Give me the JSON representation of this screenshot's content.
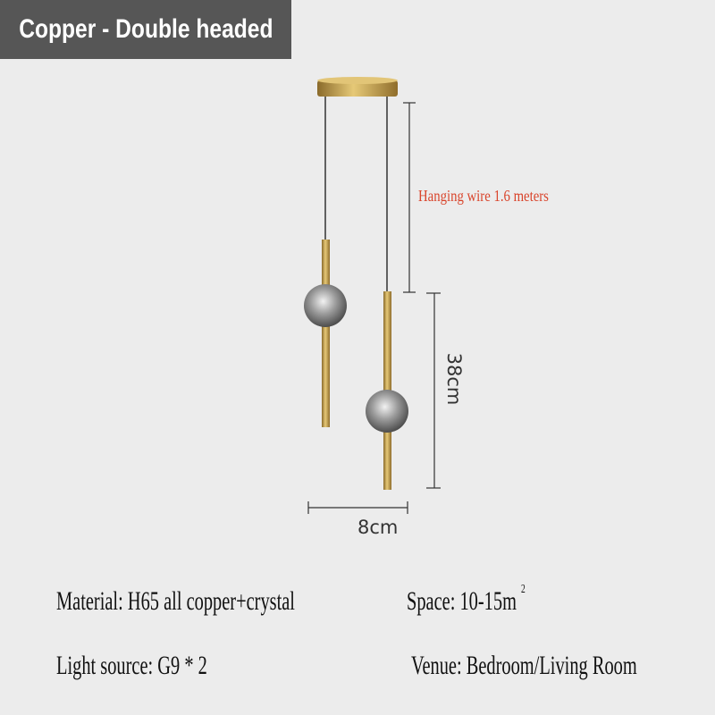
{
  "badge": {
    "title": "Copper - Double headed"
  },
  "dimensions": {
    "wire_label": "Hanging wire 1.6 meters",
    "height_label": "38cm",
    "width_label": "8cm"
  },
  "specs": {
    "material": "Material: H65 all copper+crystal",
    "space": "Space: 10-15m",
    "space_sup": "2",
    "light_source": "Light source: G9 * 2",
    "venue": "Venue: Bedroom/Living Room"
  },
  "colors": {
    "badge_bg": "#565656",
    "accent_red": "#d9442b",
    "brass": "#c9a24a",
    "background": "#ececec"
  }
}
